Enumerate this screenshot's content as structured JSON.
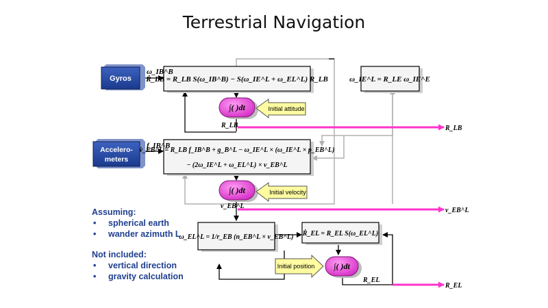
{
  "slide": {
    "title": "Terrestrial Navigation"
  },
  "sensors": {
    "gyros": "Gyros",
    "accelerometers": "Accelero-meters",
    "accelerometers_line1": "Accelero-",
    "accelerometers_line2": "meters"
  },
  "signals": {
    "gyro_output": "ω_IB^B",
    "accel_output": "f_IB^B",
    "attitude_out": "R_LB",
    "velocity_out": "v_EB^L",
    "position_out": "R_EL"
  },
  "equations": {
    "attitude_rate": "Ṙ_LB = R_LB S(ω_IB^B) − S(ω_IE^L + ω_EL^L) R_LB",
    "earth_rate": "ω_IE^L = R_LE ω_IE^E",
    "velocity_rate_line1": "v̇_EB^L = R_LB f_IB^B + g_B^L − ω_IE^L × (ω_IE^L × p_EB^L)",
    "velocity_rate_line2": "− (2ω_IE^L + ω_EL^L) × v_EB^L",
    "transport_rate": "ω_EL^L = 1/r_EB (n_EB^L × v_EB^L)",
    "position_rate": "Ṙ_EL = R_EL S(ω_EL^L)"
  },
  "integrators": {
    "attitude": "∫( )dt",
    "velocity": "∫( )dt",
    "position": "∫( )dt"
  },
  "initial_conditions": {
    "attitude": "Initial attitude",
    "velocity": "Initial velocity",
    "position": "Initial position"
  },
  "assumptions": {
    "heading": "Assuming:",
    "items": [
      "spherical earth",
      "wander azimuth L"
    ]
  },
  "exclusions": {
    "heading": "Not included:",
    "items": [
      "vertical direction",
      "gravity calculation"
    ]
  },
  "colors": {
    "sensor_box": "#1f3f8f",
    "integrator": "#e53fd6",
    "initial_arrow": "#fffba0",
    "output_line": "#ff33cc",
    "feedback_line": "#b0b0b0",
    "notes_text": "#1f3f8f"
  }
}
